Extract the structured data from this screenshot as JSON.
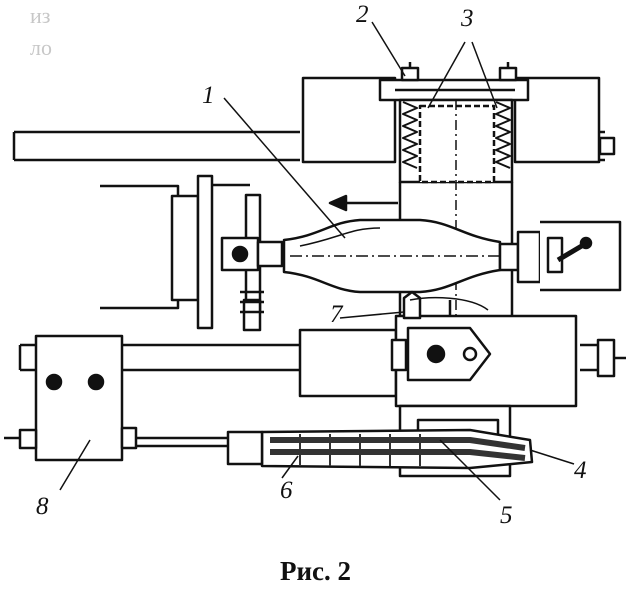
{
  "background_text": {
    "line1": "из",
    "line2": "ло"
  },
  "callouts": {
    "c1": "1",
    "c2": "2",
    "c3": "3",
    "c4": "4",
    "c5": "5",
    "c6": "6",
    "c7": "7",
    "c8": "8"
  },
  "caption": "Рис. 2",
  "colors": {
    "ink": "#111111",
    "paper": "#ffffff",
    "hatch": "#333333"
  }
}
